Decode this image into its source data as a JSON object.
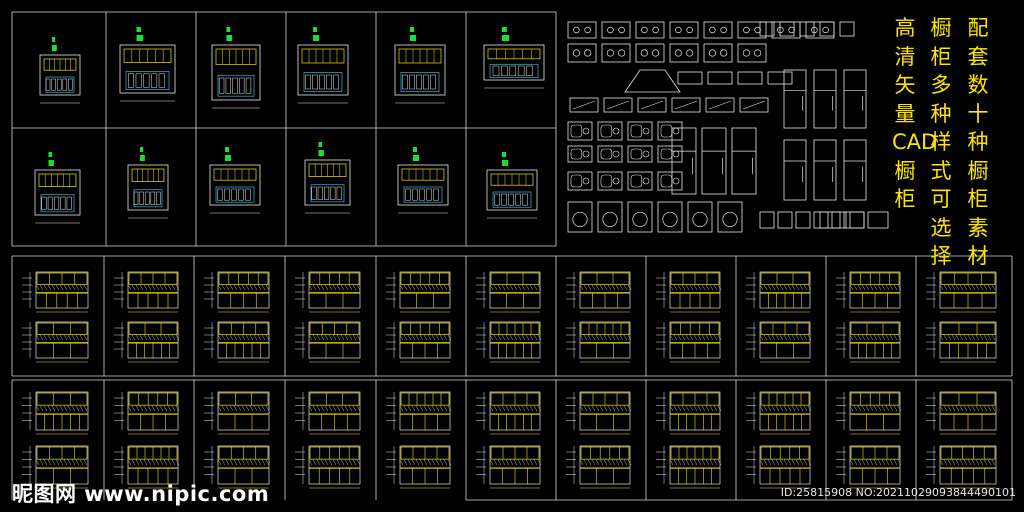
{
  "title_columns": [
    "配套数十种橱柜素材",
    "橱柜多种样式可选择",
    "高清矢量CAD橱柜"
  ],
  "watermark": "昵图网 www.nipic.com",
  "image_id": "ID:25815908 NO:20211029093844490101",
  "colors": {
    "background": "#000000",
    "grid_lines": "#d8d8d8",
    "text": "#ffe600",
    "drawing_yellow": "#f5e400",
    "drawing_white": "#e6e6e6",
    "drawing_green": "#18e030",
    "drawing_cyan": "#3fd6ff"
  }
}
